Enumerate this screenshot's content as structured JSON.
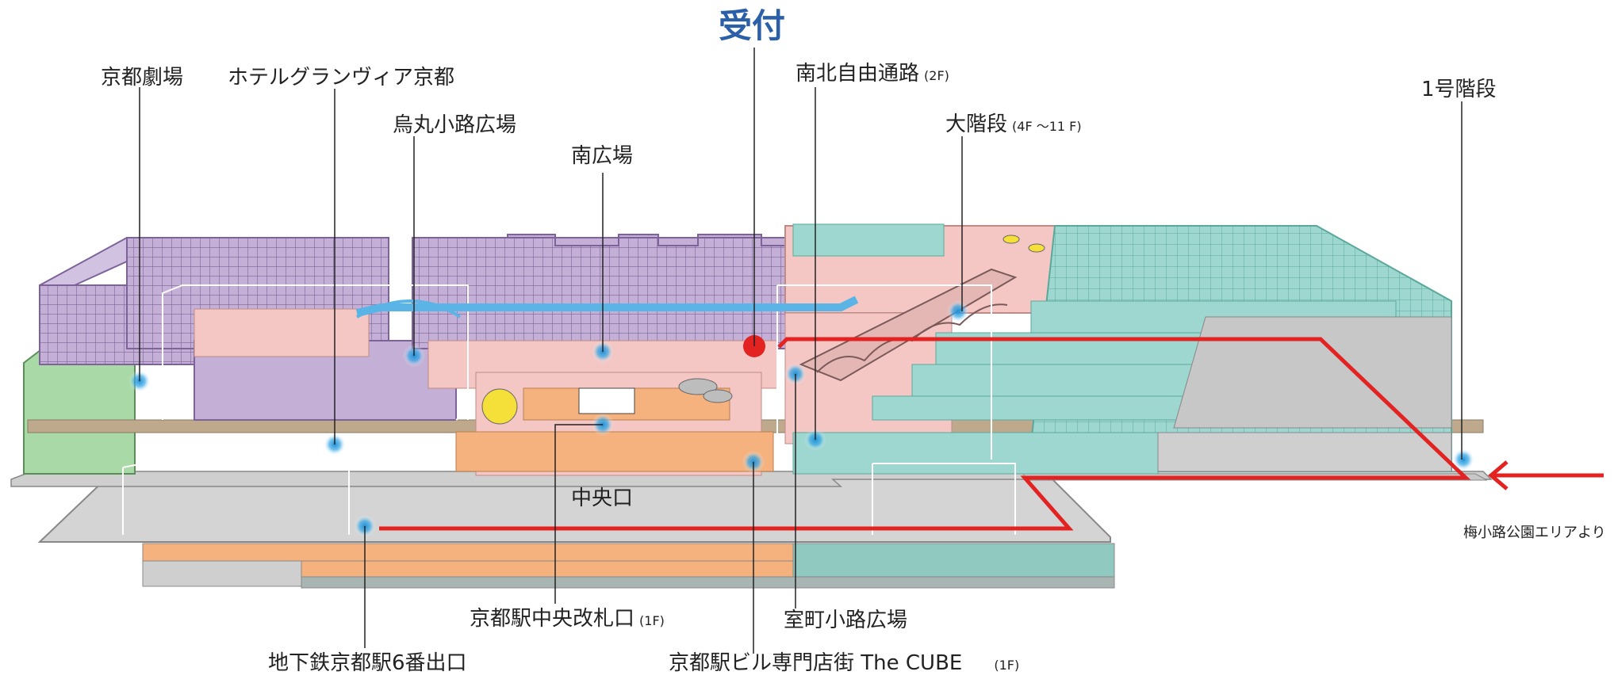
{
  "title": "受付",
  "labels": {
    "kyoto_theater": "京都劇場",
    "hotel": "ホテルグランヴィア京都",
    "karasuma": "烏丸小路広場",
    "south_plaza": "南広場",
    "north_south_passage": "南北自由通路",
    "north_south_passage_floor": "(2F)",
    "grand_stairs": "大階段",
    "grand_stairs_floor": "(4F ～11 F)",
    "stairs_1": "1号階段",
    "central_exit": "中央口",
    "central_gate": "京都駅中央改札口",
    "central_gate_floor": "(1F)",
    "muromachi": "室町小路広場",
    "subway_exit": "地下鉄京都駅6番出口",
    "the_cube": "京都駅ビル専門店街 The CUBE",
    "the_cube_floor": "(1F)",
    "umekoji": "梅小路公園エリアより"
  },
  "colors": {
    "purple": "#c4b0d6",
    "purple_dark": "#8e72ad",
    "pink": "#f4c7c4",
    "teal": "#9ed7cf",
    "teal_dark": "#5aa89c",
    "green": "#a9d9a7",
    "grey": "#d4d4d4",
    "orange": "#f6b27e",
    "brown": "#bfa98d",
    "route_red": "#e32222",
    "blue_path": "#5ab4e6",
    "title_blue": "#2b5fa8"
  }
}
